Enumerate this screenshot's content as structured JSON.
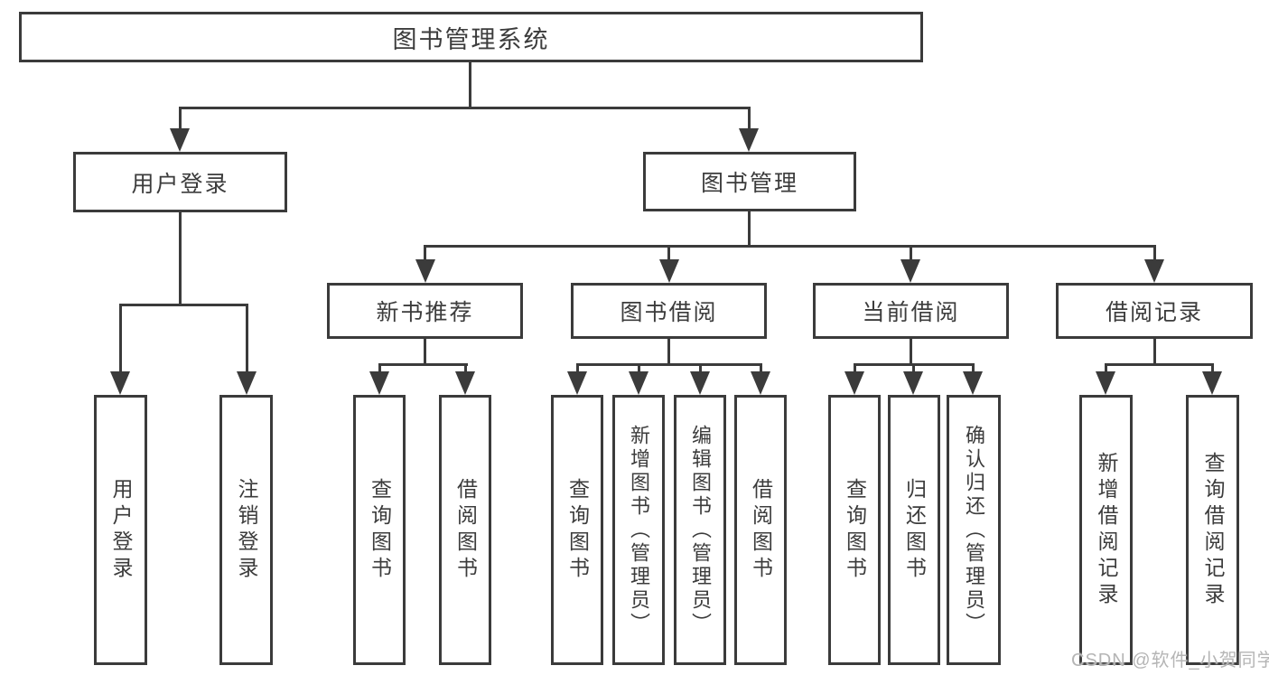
{
  "diagram": {
    "root": {
      "label": "图书管理系统"
    },
    "branches": [
      {
        "label": "用户登录",
        "children": [
          "用户登录",
          "注销登录"
        ]
      },
      {
        "label": "图书管理",
        "children": [
          {
            "label": "新书推荐",
            "children": [
              "查询图书",
              "借阅图书"
            ]
          },
          {
            "label": "图书借阅",
            "children": [
              "查询图书",
              "新增图书（管理员）",
              "编辑图书（管理员）",
              "借阅图书"
            ]
          },
          {
            "label": "当前借阅",
            "children": [
              "查询图书",
              "归还图书",
              "确认归还（管理员）"
            ]
          },
          {
            "label": "借阅记录",
            "children": [
              "新增借阅记录",
              "查询借阅记录"
            ]
          }
        ]
      }
    ],
    "watermark": "CSDN @软件_小贺同学",
    "colors": {
      "line": "#3b3b3b",
      "text": "#3c3c3c",
      "background": "#ffffff",
      "watermark": "#b5b5b5"
    }
  }
}
